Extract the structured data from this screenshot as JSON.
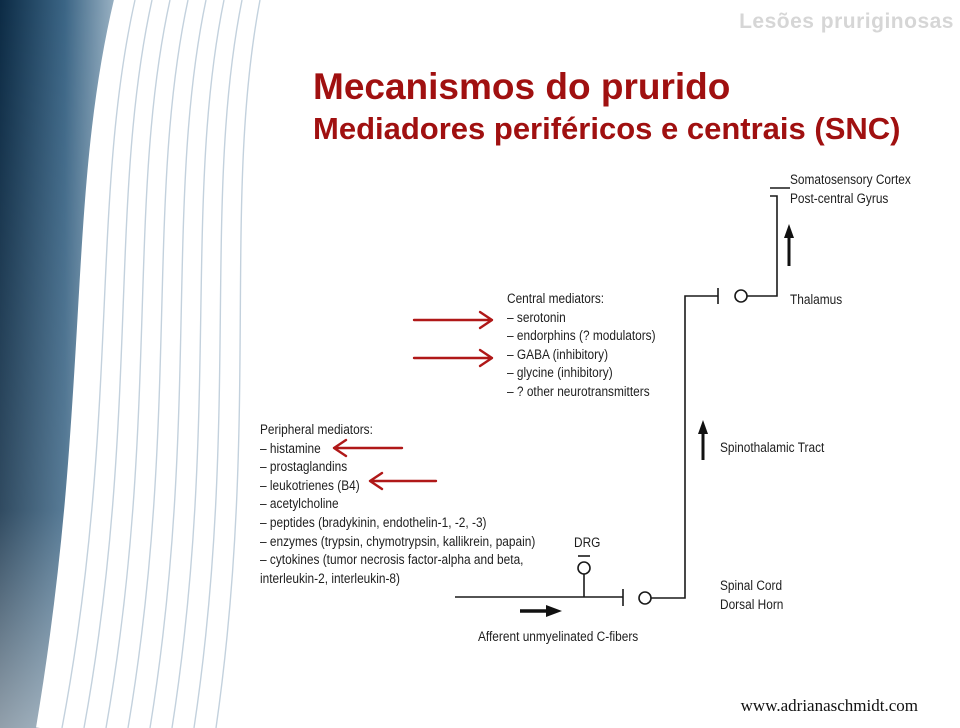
{
  "header": {
    "section_label": "Lesões pruriginosas"
  },
  "title": {
    "line1": "Mecanismos do prurido",
    "line2": "Mediadores periféricos e centrais (SNC)"
  },
  "diagram": {
    "cortex": {
      "line1": "Somatosensory Cortex",
      "line2": "Post-central Gyrus"
    },
    "thalamus": "Thalamus",
    "spinothalamic": "Spinothalamic Tract",
    "spinal_cord": {
      "line1": "Spinal Cord",
      "line2": "Dorsal Horn"
    },
    "drg": "DRG",
    "afferent": "Afferent unmyelinated C-fibers",
    "central_mediators": {
      "heading": "Central mediators:",
      "items": [
        "– serotonin",
        "– endorphins (? modulators)",
        "– GABA (inhibitory)",
        "– glycine (inhibitory)",
        "– ? other neurotransmitters"
      ]
    },
    "peripheral_mediators": {
      "heading": "Peripheral mediators:",
      "items": [
        "– histamine",
        "– prostaglandins",
        "– leukotrienes (B4)",
        "– acetylcholine",
        "– peptides (bradykinin, endothelin-1, -2, -3)",
        "– enzymes (trypsin, chymotrypsin, kallikrein, papain)",
        "– cytokines (tumor necrosis factor-alpha and beta,",
        "interleukin-2, interleukin-8)"
      ]
    }
  },
  "footer": {
    "url": "www.adrianaschmidt.com"
  },
  "colors": {
    "title": "#a01010",
    "highlight_arrow": "#b01818",
    "sidebar_dark": "#0e2a44"
  }
}
